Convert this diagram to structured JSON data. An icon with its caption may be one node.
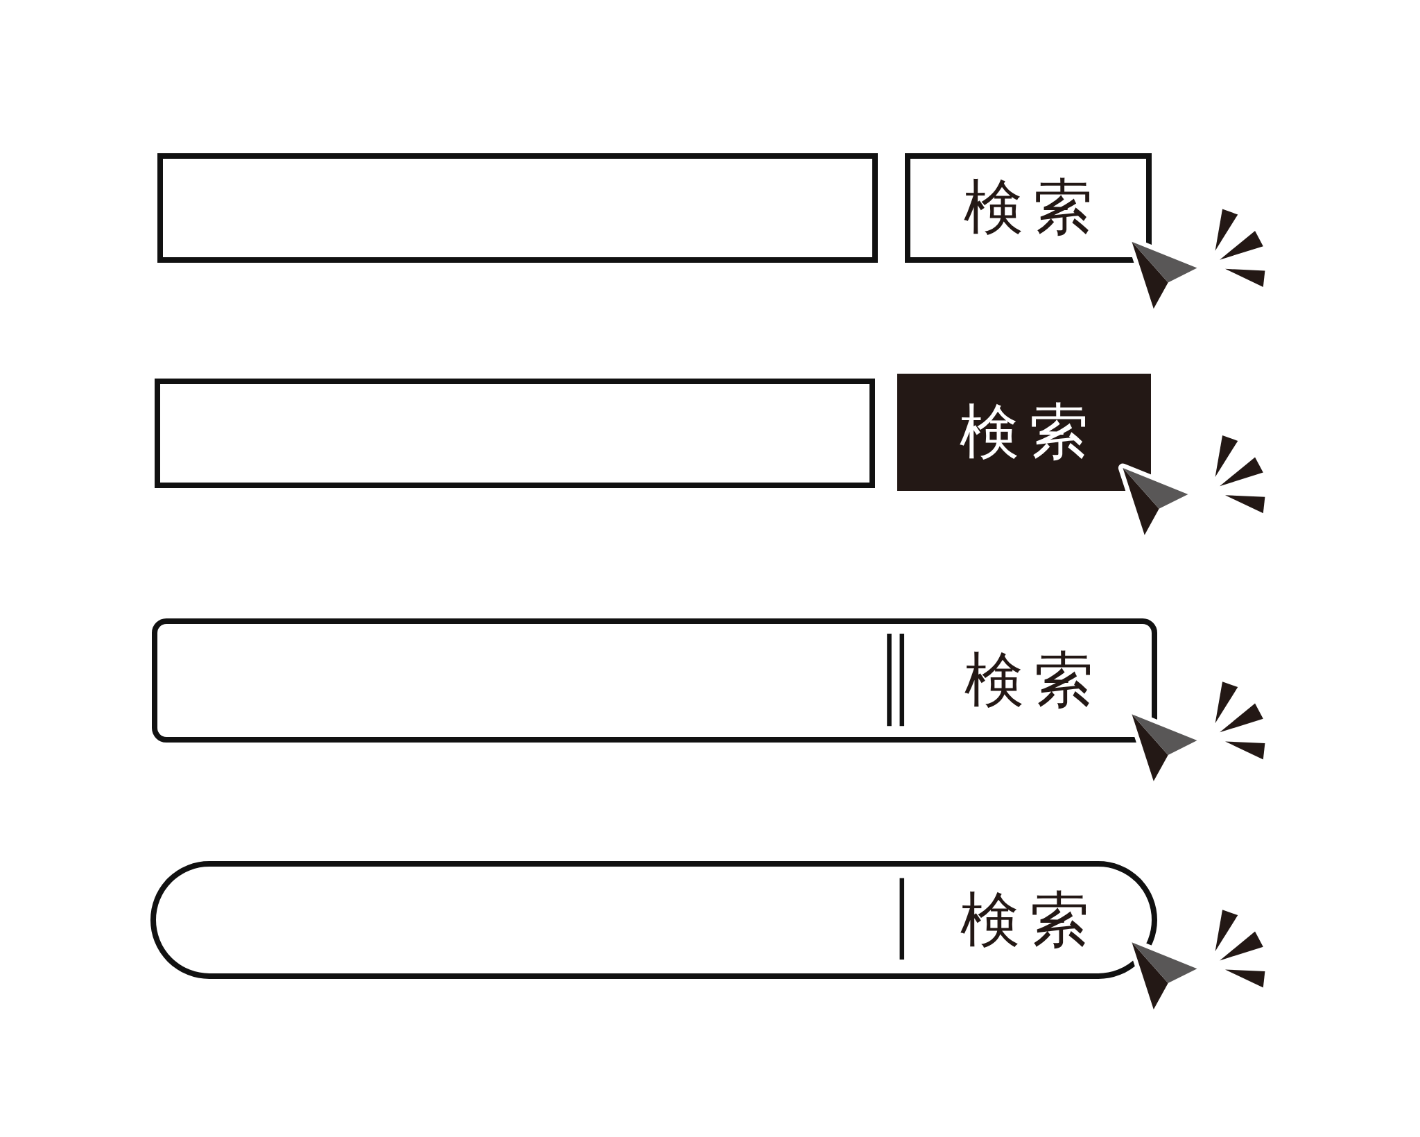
{
  "diagram": {
    "nodes": [
      {
        "text": [],
        "shape": "box"
      },
      {
        "text": [
          "検索"
        ]
      },
      {
        "text": [],
        "shape": "box"
      },
      {
        "text": [
          "検索"
        ]
      },
      {
        "text": [],
        "shape": "box"
      },
      {
        "text": [
          "検索"
        ],
        "in": 4
      },
      {
        "text": [],
        "shape": "box"
      },
      {
        "text": [
          "検索"
        ],
        "in": 6
      }
    ]
  }
}
